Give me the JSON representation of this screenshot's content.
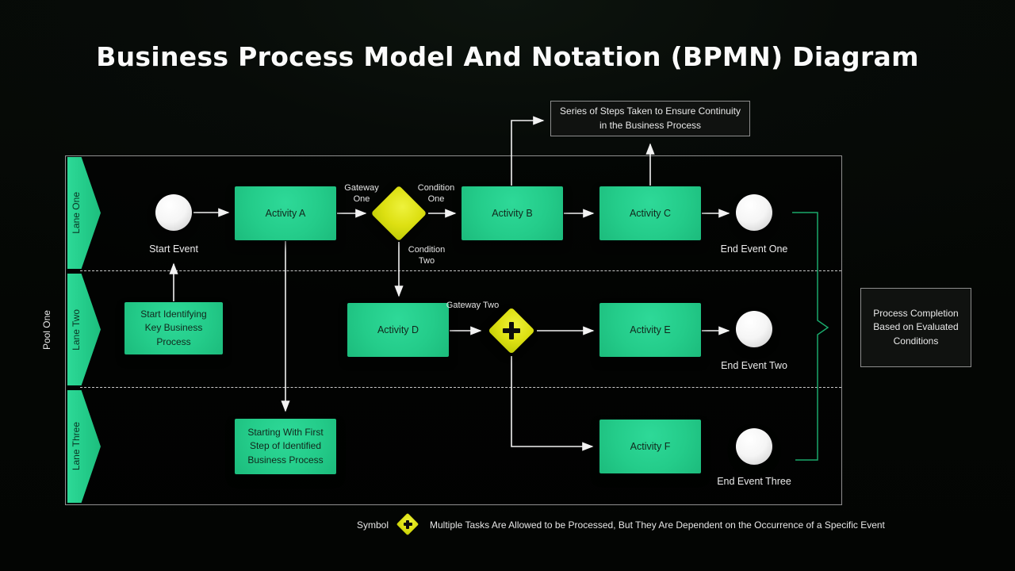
{
  "title": "Business Process Model And Notation (BPMN) Diagram",
  "colors": {
    "activity_green": "#24cc8a",
    "gateway_yellow": "#dde012",
    "bracket_green": "#1aa86b",
    "connector_white": "#f2f2f2",
    "background": "#050805"
  },
  "pool": {
    "label": "Pool One",
    "lanes": [
      {
        "label": "Lane One"
      },
      {
        "label": "Lane Two"
      },
      {
        "label": "Lane Three"
      }
    ]
  },
  "events": {
    "start": "Start Event",
    "end_one": "End Event One",
    "end_two": "End Event Two",
    "end_three": "End Event Three"
  },
  "activities": [
    {
      "label": "Activity A"
    },
    {
      "label": "Activity B"
    },
    {
      "label": "Activity C"
    },
    {
      "label": "Activity D"
    },
    {
      "label": "Activity E"
    },
    {
      "label": "Activity F"
    }
  ],
  "tasks": {
    "identify": "Start Identifying Key Business Process",
    "first_step": "Starting With First Step of Identified Business Process"
  },
  "gateways": {
    "one": "Gateway One",
    "two": "Gateway Two"
  },
  "conditions": {
    "one": "Condition One",
    "two": "Condition Two"
  },
  "annotations": {
    "top": "Series of Steps Taken to Ensure Continuity in the Business Process",
    "right": "Process Completion Based on Evaluated Conditions"
  },
  "legend": {
    "symbol_label": "Symbol",
    "description": "Multiple Tasks Are Allowed to be Processed, But They Are Dependent on the Occurrence of a Specific Event"
  }
}
